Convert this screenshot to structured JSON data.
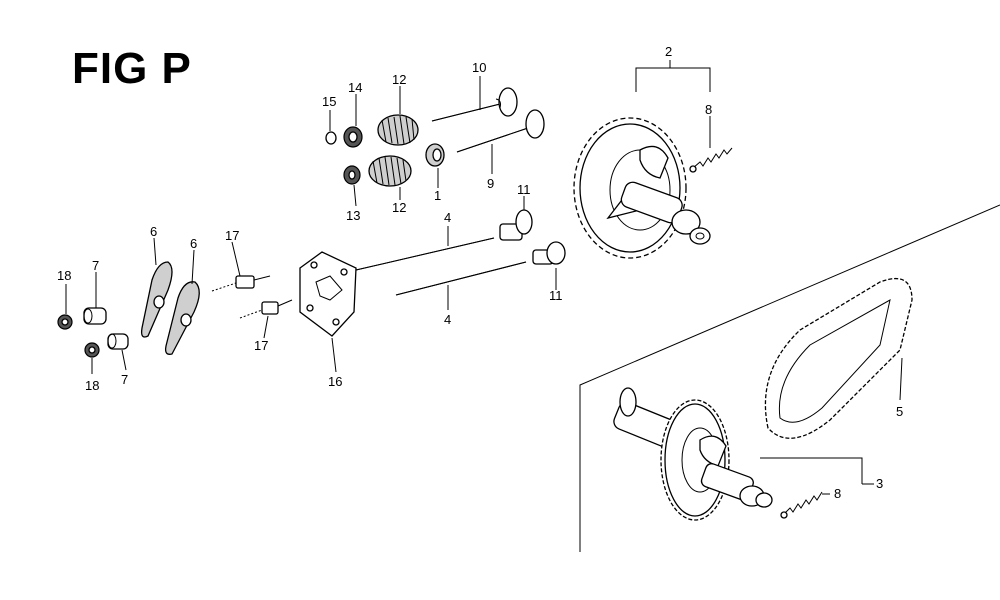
{
  "title": "FIG P",
  "callouts": {
    "c1": "1",
    "c2": "2",
    "c3": "3",
    "c4a": "4",
    "c4b": "4",
    "c5": "5",
    "c6a": "6",
    "c6b": "6",
    "c7a": "7",
    "c7b": "7",
    "c8a": "8",
    "c8b": "8",
    "c9": "9",
    "c10": "10",
    "c11a": "11",
    "c11b": "11",
    "c12a": "12",
    "c12b": "12",
    "c13": "13",
    "c14": "14",
    "c15": "15",
    "c16": "16",
    "c17a": "17",
    "c17b": "17",
    "c18a": "18",
    "c18b": "18"
  }
}
